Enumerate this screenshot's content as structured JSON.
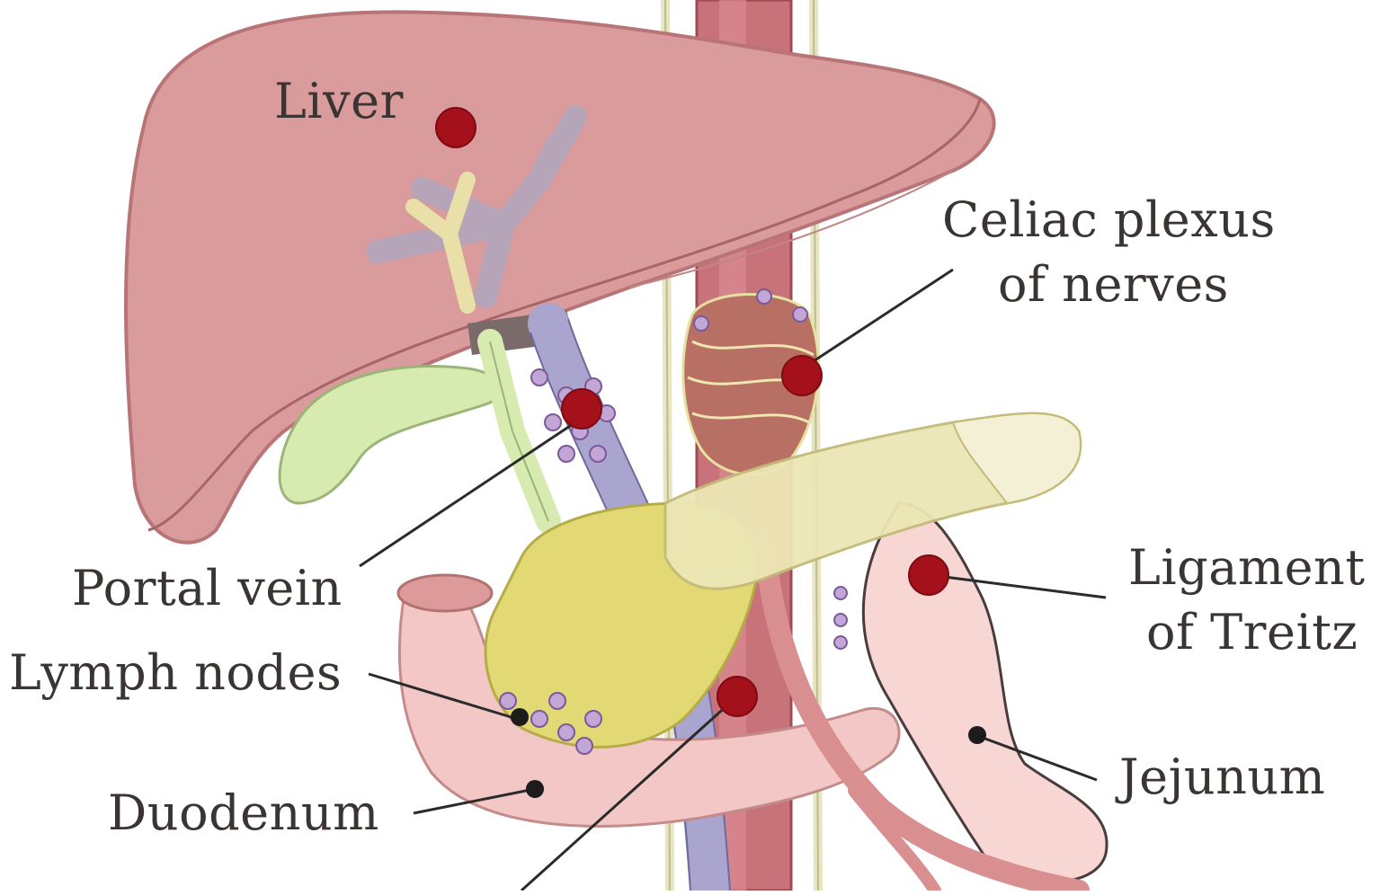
{
  "labels": {
    "liver": "Liver",
    "celiac_line1": "Celiac plexus",
    "celiac_line2": "of nerves",
    "portal_vein": "Portal vein",
    "lymph_nodes": "Lymph nodes",
    "duodenum": "Duodenum",
    "ligament_line1": "Ligament",
    "ligament_line2": "of Treitz",
    "jejunum": "Jejunum"
  },
  "colors": {
    "liver": "#d99b9c",
    "liver_edge": "#b87476",
    "aorta": "#c66a72",
    "portal_vein": "#a9a5cf",
    "pancreas": "#e6df8c",
    "pancreas_tail": "#f1ecc8",
    "gallbladder": "#d7ebb0",
    "duodenum": "#f4c7c7",
    "marker": "#a5111a",
    "pointer": "#2b2b2b",
    "label_text": "#3a3532"
  }
}
